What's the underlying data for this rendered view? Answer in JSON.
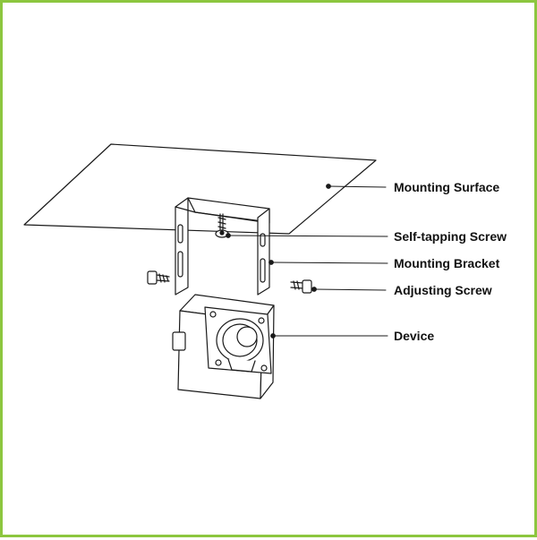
{
  "colors": {
    "frame_border": "#8cc63f",
    "line": "#1a1a1a",
    "background": "#ffffff"
  },
  "labels": {
    "mounting_surface": "Mounting Surface",
    "self_tapping_screw": "Self-tapping Screw",
    "mounting_bracket": "Mounting Bracket",
    "adjusting_screw": "Adjusting Screw",
    "device": "Device"
  }
}
